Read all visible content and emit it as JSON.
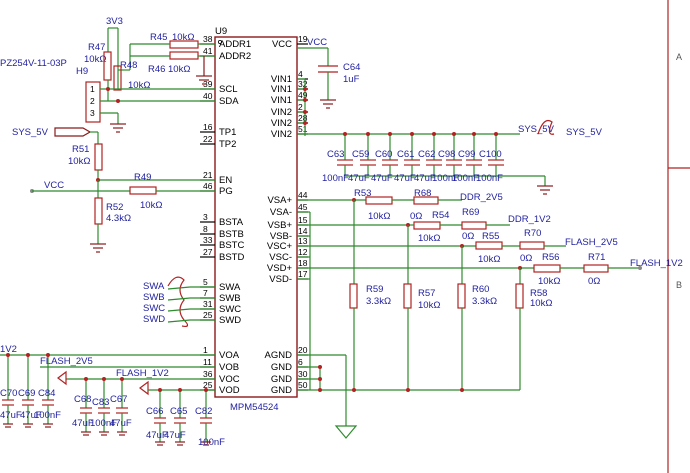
{
  "ic": {
    "ref": "U9",
    "part": "MPM54524",
    "left_pins": [
      {
        "num": "38",
        "name": "ADDR1"
      },
      {
        "num": "41",
        "name": "ADDR2"
      },
      {
        "num": "39",
        "name": "SCL"
      },
      {
        "num": "40",
        "name": "SDA"
      },
      {
        "num": "16",
        "name": "TP1"
      },
      {
        "num": "22",
        "name": "TP2"
      },
      {
        "num": "21",
        "name": "EN"
      },
      {
        "num": "46",
        "name": "PG"
      },
      {
        "num": "3",
        "name": "BSTA"
      },
      {
        "num": "8",
        "name": "BSTB"
      },
      {
        "num": "33",
        "name": "BSTC"
      },
      {
        "num": "27",
        "name": "BSTD"
      },
      {
        "num": "5",
        "name": "SWA"
      },
      {
        "num": "7",
        "name": "SWB"
      },
      {
        "num": "31",
        "name": "SWC"
      },
      {
        "num": "25",
        "name": "SWD"
      },
      {
        "num": "1",
        "name": "VOA"
      },
      {
        "num": "11",
        "name": "VOB"
      },
      {
        "num": "36",
        "name": "VOC"
      },
      {
        "num": "25",
        "name": "VOD"
      }
    ],
    "right_pins": [
      {
        "num": "19",
        "name": "VCC"
      },
      {
        "num": "4",
        "name": "VIN1"
      },
      {
        "num": "32",
        "name": "VIN1"
      },
      {
        "num": "49",
        "name": "VIN1"
      },
      {
        "num": "2",
        "name": "VIN2"
      },
      {
        "num": "28",
        "name": "VIN2"
      },
      {
        "num": "51",
        "name": "VIN2"
      },
      {
        "num": "44",
        "name": "VSA+"
      },
      {
        "num": "45",
        "name": "VSA-"
      },
      {
        "num": "15",
        "name": "VSB+"
      },
      {
        "num": "14",
        "name": "VSB-"
      },
      {
        "num": "13",
        "name": "VSC+"
      },
      {
        "num": "12",
        "name": "VSC-"
      },
      {
        "num": "18",
        "name": "VSD+"
      },
      {
        "num": "17",
        "name": "VSD-"
      },
      {
        "num": "20",
        "name": "AGND"
      },
      {
        "num": "6",
        "name": "GND"
      },
      {
        "num": "30",
        "name": "GND"
      },
      {
        "num": "50",
        "name": "GND"
      }
    ]
  },
  "labels": {
    "v3v3": "3V3",
    "r45": "R45",
    "r45v": "10kΩ",
    "r46": "R46",
    "r46v": "10kΩ",
    "r47": "R47",
    "r47v": "10kΩ",
    "r48": "R48",
    "r48v": "10kΩ",
    "h9": "H9",
    "h9part": "PZ254V-11-03P",
    "h9p1": "1",
    "h9p2": "2",
    "h9p3": "3",
    "sys5v_left": "SYS_5V",
    "r51": "R51",
    "r51v": "10kΩ",
    "vcc_left": "VCC",
    "r49": "R49",
    "r49v": "10kΩ",
    "r52": "R52",
    "r52v": "4.3kΩ",
    "swa": "SWA",
    "swb": "SWB",
    "swc": "SWC",
    "swd": "SWD",
    "vcc_top": "VCC",
    "c64": "C64",
    "c64v": "1uF",
    "sys5v_wire": "SYS_5V",
    "sys5v_right": "SYS_5V",
    "c63": "C63",
    "c63v": "100nF",
    "c59": "C59",
    "c59v": "47uF",
    "c60": "C60",
    "c60v": "47uF",
    "c61": "C61",
    "c61v": "47uF",
    "c62": "C62",
    "c62v": "47uF",
    "c98": "C98",
    "c98v": "100nF",
    "c99": "C99",
    "c99v": "100nF",
    "c100": "C100",
    "c100v": "100nF",
    "r53": "R53",
    "r53v": "10kΩ",
    "r68": "R68",
    "r68v": "0Ω",
    "ddr2v5": "DDR_2V5",
    "r54": "R54",
    "r54v": "10kΩ",
    "r69": "R69",
    "r69v": "0Ω",
    "ddr1v2": "DDR_1V2",
    "r55": "R55",
    "r55v": "10kΩ",
    "r70": "R70",
    "r70v": "0Ω",
    "flash2v5_right": "FLASH_2V5",
    "r56": "R56",
    "r56v": "10kΩ",
    "r71": "R71",
    "r71v": "0Ω",
    "flash1v2_right": "FLASH_1V2",
    "r59": "R59",
    "r59v": "3.3kΩ",
    "r57": "R57",
    "r57v": "10kΩ",
    "r60": "R60",
    "r60v": "3.3kΩ",
    "r58": "R58",
    "r58v": "10kΩ",
    "v1v2_left": "1V2",
    "flash2v5_left": "FLASH_2V5",
    "flash1v2_left": "FLASH_1V2",
    "c70": "C70",
    "c69": "C69",
    "c84": "C84",
    "c70v": "47uF",
    "c69v": "47uF",
    "c84v": "100nF",
    "c68": "C68",
    "c83": "C83",
    "c67": "C67",
    "c68v": "47uF",
    "c83v": "100nF",
    "c67v": "47uF",
    "c66": "C66",
    "c65": "C65",
    "c82": "C82",
    "c66v": "47uF",
    "c65v": "47uF",
    "c82v": "100nF"
  },
  "frame": {
    "row_a": "A",
    "row_b": "B"
  }
}
